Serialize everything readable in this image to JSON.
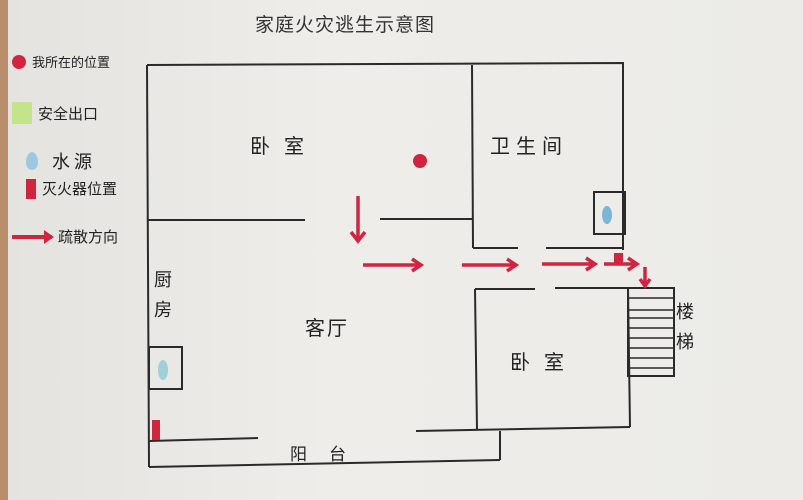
{
  "title": "家庭火灾逃生示意图",
  "legend": [
    {
      "icon": "red-dot-icon",
      "label": "我所在的位置"
    },
    {
      "icon": "exit-icon",
      "label": "安全出口"
    },
    {
      "icon": "water-drop-icon",
      "label": "水源"
    },
    {
      "icon": "fire-extinguisher-icon",
      "label": "灭火器位置"
    },
    {
      "icon": "arrow-icon",
      "label": "疏散方向"
    }
  ],
  "rooms": {
    "bedroom1": "卧室",
    "bathroom": "卫生间",
    "kitchen": "厨房",
    "living": "客厅",
    "bedroom2": "卧室",
    "balcony": "阳台",
    "stairs": "楼梯"
  },
  "colors": {
    "red": "#d0243f",
    "water": "#7ab7d6",
    "exit": "#b8e070",
    "ink": "#2a2a2a"
  }
}
